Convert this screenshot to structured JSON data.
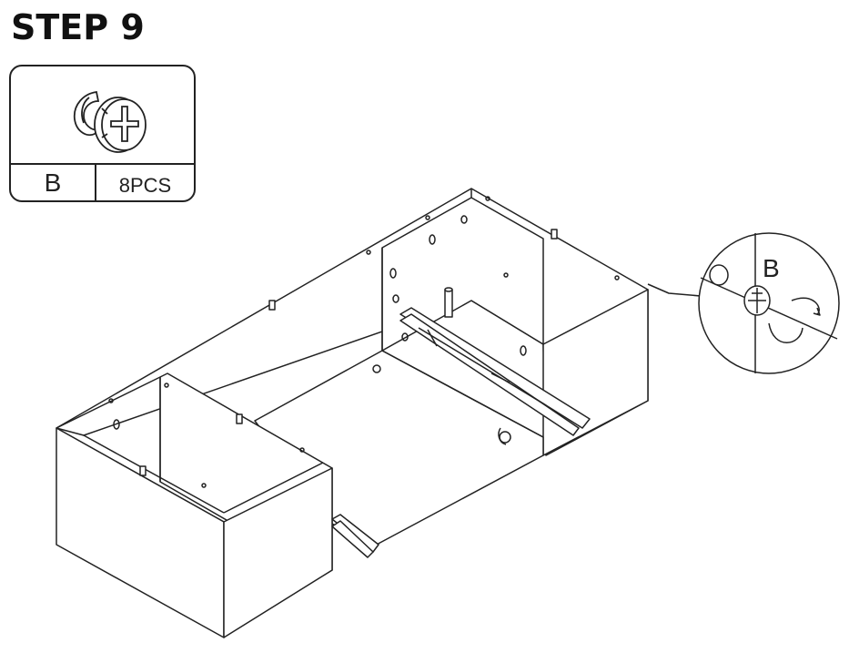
{
  "step": {
    "title": "STEP 9"
  },
  "part": {
    "letter": "B",
    "quantity": "8PCS",
    "icon": "cam-lock-icon"
  },
  "callout": {
    "label": "B"
  },
  "colors": {
    "line": "#222222",
    "background": "#ffffff"
  }
}
